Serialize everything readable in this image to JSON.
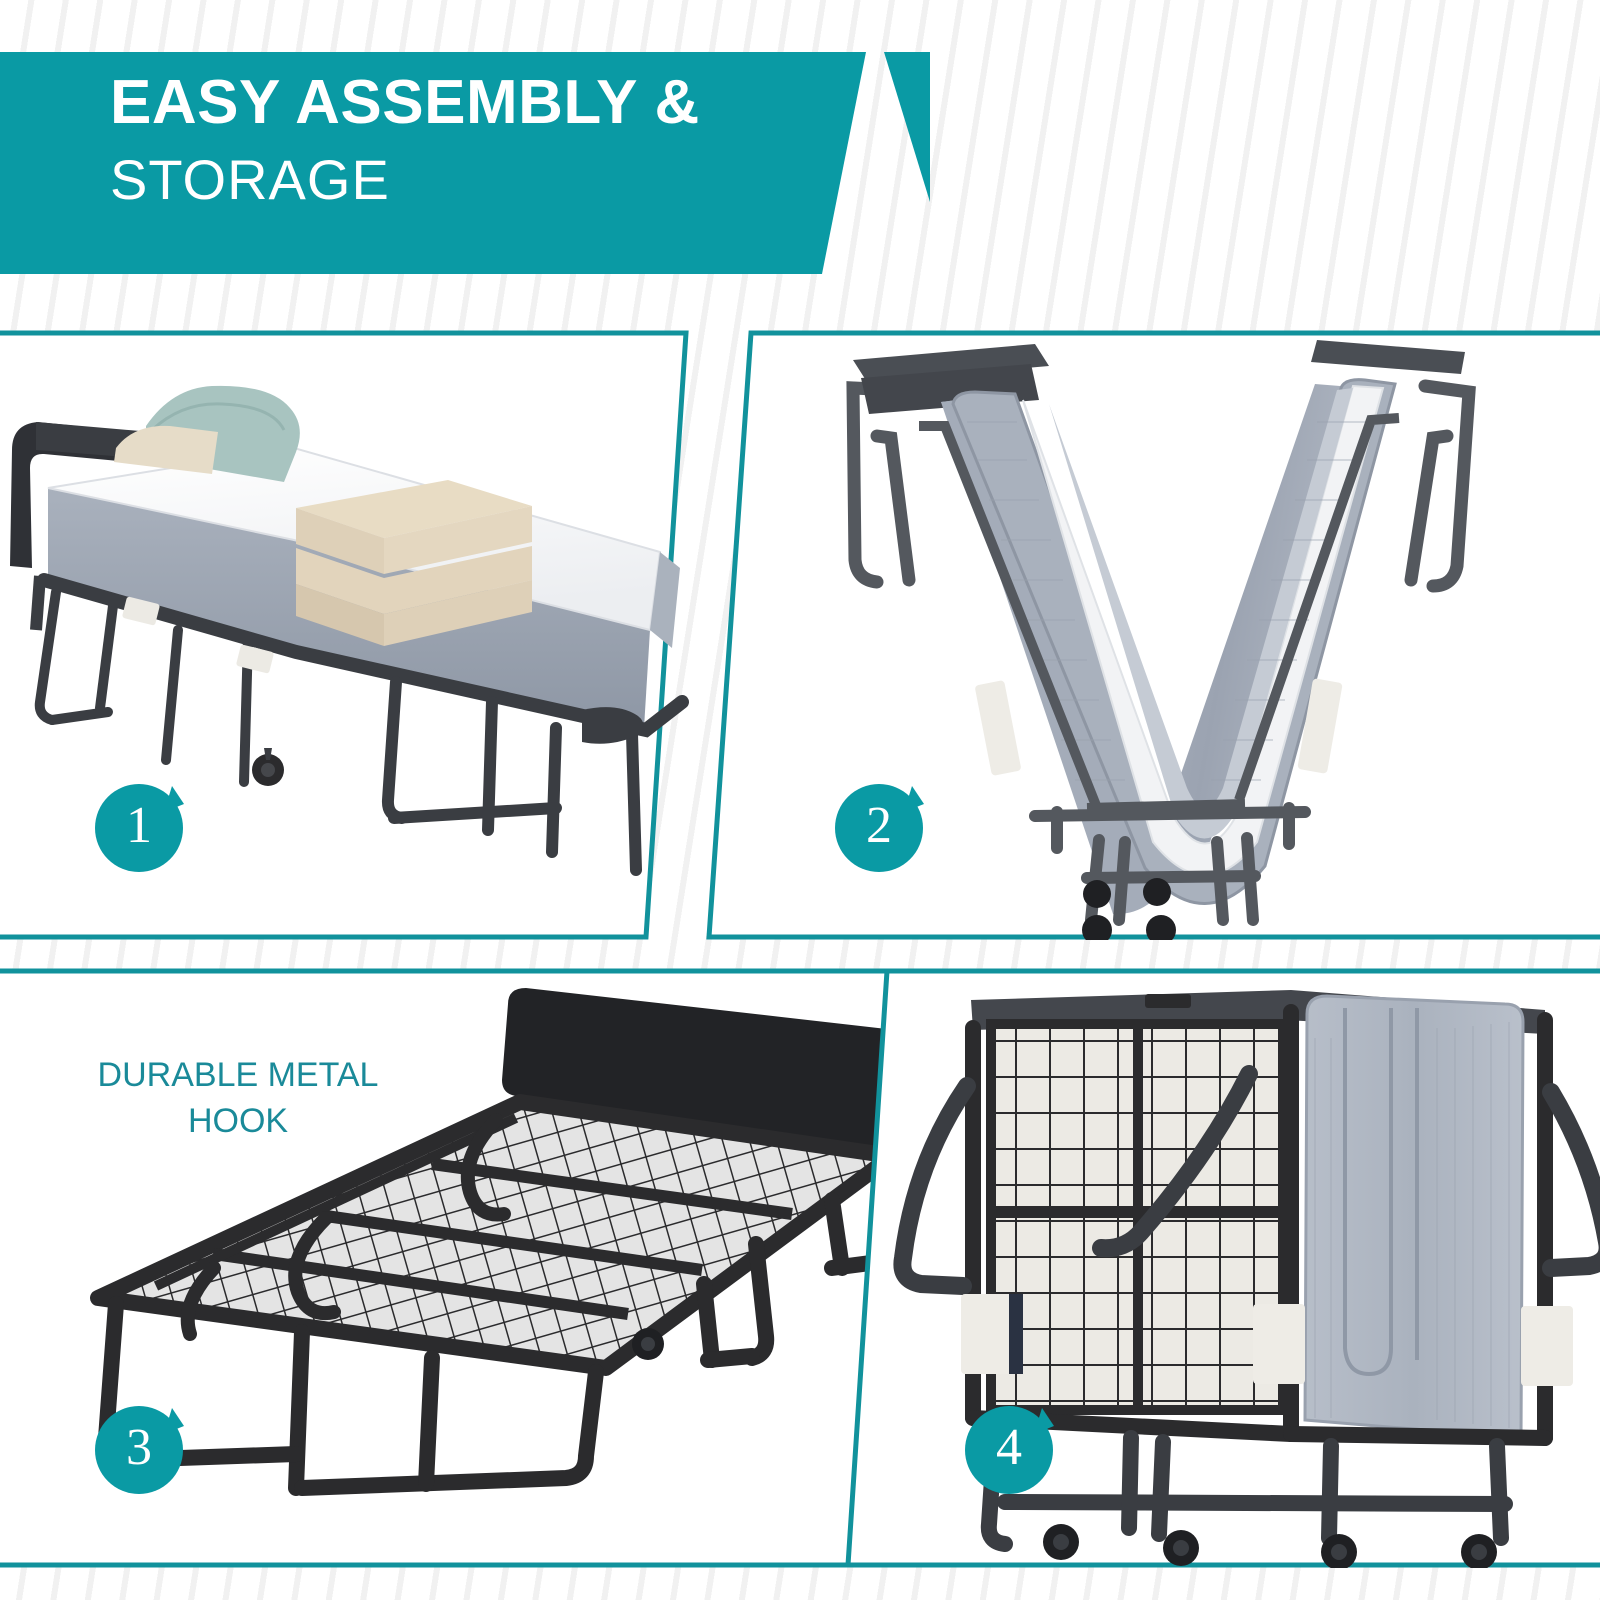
{
  "theme": {
    "teal": "#0a9aa4",
    "teal_border": "#11929c",
    "caption_teal": "#1a8a99",
    "white": "#ffffff",
    "stripe_gray": "#f1f1f1",
    "frame_dark": "#3a3d42",
    "frame_black": "#2b2b2d",
    "mattress_white": "#f4f5f6",
    "mattress_gray": "#9aa2b0",
    "pillow_sage": "#a8c4c0",
    "pillow_cream": "#e6dcc8",
    "foam_beige": "#ded0b8"
  },
  "header": {
    "line1": "EASY ASSEMBLY &",
    "line2": "STORAGE"
  },
  "panels": [
    {
      "id": "panel-1",
      "badge": "1",
      "caption": "",
      "illustration": "folding-bed-open-with-mattress-and-pillows"
    },
    {
      "id": "panel-2",
      "badge": "2",
      "caption": "",
      "illustration": "folding-bed-half-folded-v-shape"
    },
    {
      "id": "panel-3",
      "badge": "3",
      "caption": "DURABLE METAL HOOK",
      "illustration": "bare-metal-mesh-bed-frame"
    },
    {
      "id": "panel-4",
      "badge": "4",
      "caption": "",
      "illustration": "folding-bed-fully-folded-upright-on-casters"
    }
  ]
}
